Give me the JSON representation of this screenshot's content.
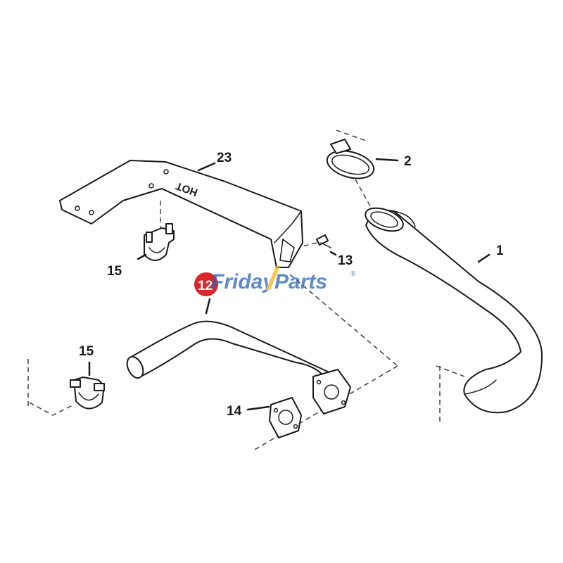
{
  "callouts": {
    "c1": "1",
    "c2": "2",
    "c12": "12",
    "c13": "13",
    "c14": "14",
    "c15a": "15",
    "c15b": "15",
    "c23": "23"
  },
  "bracket_stamp": "HOT",
  "watermark": {
    "part1": "Friday",
    "part2": "Parts",
    "mark": "®"
  },
  "colors": {
    "line": "#1a1a1a",
    "highlight_badge": "#d9262b",
    "watermark_blue": "#2a64b0",
    "watermark_gold": "#f2b21b"
  }
}
